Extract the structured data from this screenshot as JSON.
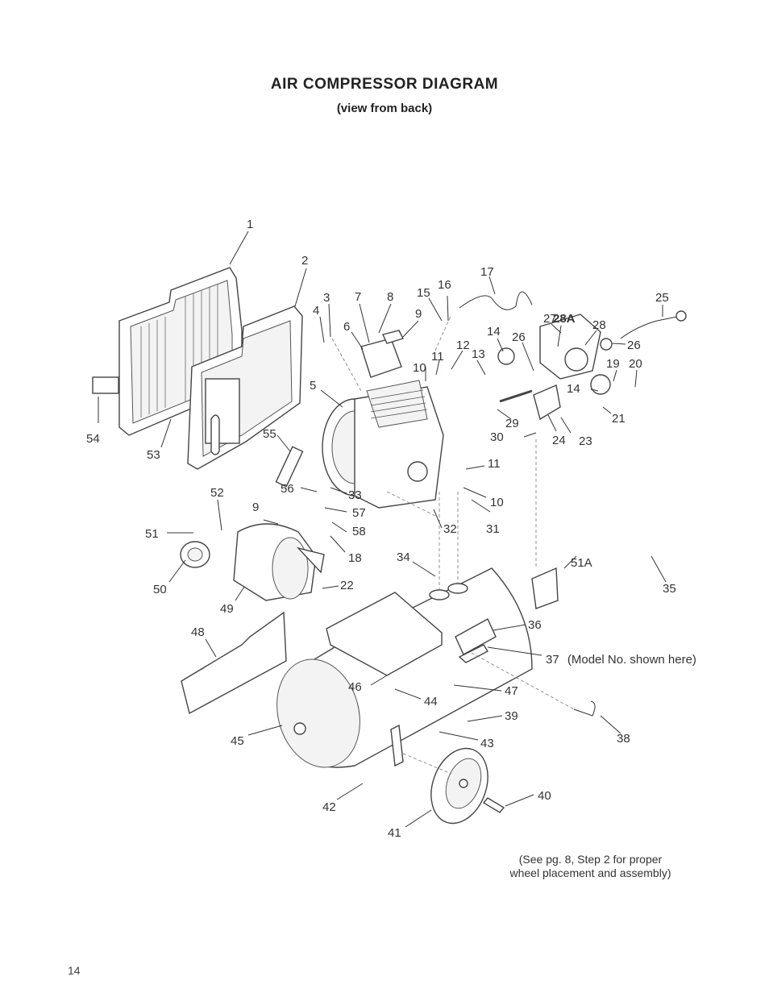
{
  "title": "AIR COMPRESSOR DIAGRAM",
  "subtitle": "(view from back)",
  "page_number": "14",
  "note": {
    "line1": "(See pg. 8, Step 2 for proper",
    "line2": "wheel placement and assembly)"
  },
  "callout_37_note": "(Model No. shown here)",
  "labels": [
    "1",
    "2",
    "3",
    "4",
    "5",
    "6",
    "7",
    "8",
    "9",
    "9",
    "10",
    "10",
    "11",
    "11",
    "12",
    "13",
    "14",
    "14",
    "15",
    "16",
    "17",
    "18",
    "19",
    "20",
    "21",
    "22",
    "23",
    "24",
    "25",
    "26",
    "26",
    "27",
    "28",
    "28A",
    "29",
    "30",
    "31",
    "32",
    "33",
    "34",
    "35",
    "36",
    "37",
    "38",
    "39",
    "40",
    "41",
    "42",
    "43",
    "44",
    "45",
    "46",
    "47",
    "48",
    "49",
    "50",
    "51",
    "51A",
    "52",
    "53",
    "54",
    "55",
    "56",
    "57",
    "58"
  ]
}
